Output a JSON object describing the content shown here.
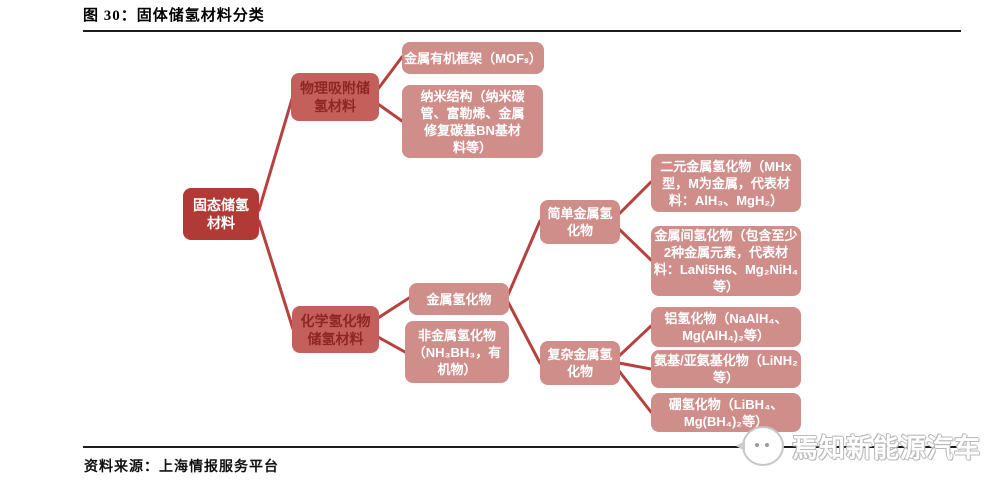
{
  "header": {
    "title": "图 30：固体储氢材料分类"
  },
  "footer": {
    "source": "资料来源：上海情报服务平台",
    "watermark": "焉知新能源汽车"
  },
  "colors": {
    "root_bg": "#b23a36",
    "branch_bg": "#c4605c",
    "branch_text": "#8e2723",
    "leaf_bg": "#cf8e8a",
    "leaf_text": "#ffffff",
    "connector": "#b5423e"
  },
  "tree": {
    "root": {
      "label": "固态储氢材料"
    },
    "physical": {
      "label": "物理吸附储氢材料"
    },
    "chemical": {
      "label": "化学氢化物储氢材料"
    },
    "mof": {
      "label": "金属有机框架（MOFₛ）"
    },
    "nano": {
      "label": "纳米结构（纳米碳管、富勒烯、金属修复碳基BN基材料等）"
    },
    "metal_hydride": {
      "label": "金属氢化物"
    },
    "nonmetal_hydride": {
      "label": "非金属氢化物（NH₃BH₃，有机物）"
    },
    "simple_metal_hydride": {
      "label": "简单金属氢化物"
    },
    "complex_metal_hydride": {
      "label": "复杂金属氢化物"
    },
    "binary_hydride": {
      "label": "二元金属氢化物（MHx型，M为金属，代表材料：AlH₃、MgH₂）"
    },
    "intermetallic_hydride": {
      "label": "金属间氢化物（包含至少2种金属元素，代表材料：LaNi5H6、Mg₂NiH₄等）"
    },
    "alanate": {
      "label": "铝氢化物（NaAlH₄、Mg(AlH₄)₂等）"
    },
    "amide_imide": {
      "label": "氨基/亚氨基化物（LiNH₂等）"
    },
    "borohydride": {
      "label": "硼氢化物（LiBH₄、Mg(BH₄)₂等）"
    }
  }
}
